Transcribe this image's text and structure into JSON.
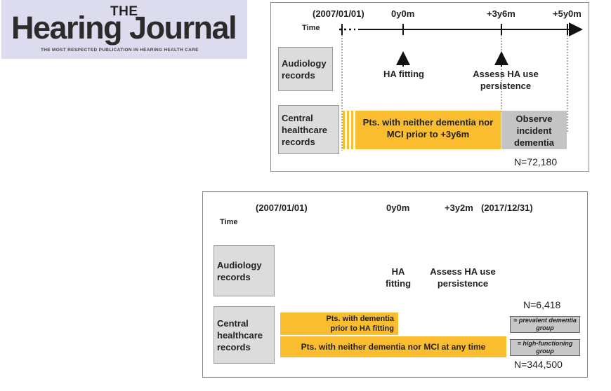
{
  "logo": {
    "the": "THE",
    "title": "Hearing Journal",
    "tagline": "THE MOST RESPECTED PUBLICATION IN HEARING HEALTH CARE"
  },
  "diagram1": {
    "time_label": "Time",
    "marks": [
      "(2007/01/01)",
      "0y0m",
      "+3y6m",
      "+5y0m"
    ],
    "audiology_label": "Audiology records",
    "central_label": "Central healthcare records",
    "ha_fitting": "HA fitting",
    "assess": "Assess HA use persistence",
    "pts_box": "Pts. with neither dementia nor MCI prior to +3y6m",
    "observe_box": "Observe incident dementia",
    "n": "N=72,180"
  },
  "diagram2": {
    "time_label": "Time",
    "marks": [
      "(2007/01/01)",
      "0y0m",
      "+3y2m",
      "(2017/12/31)"
    ],
    "audiology_label": "Audiology records",
    "central_label": "Central healthcare records",
    "ha_fitting": "HA fitting",
    "assess": "Assess HA use persistence",
    "dementia_box": "Pts. with dementia prior to HA fitting",
    "neither_box": "Pts. with neither dementia nor MCI at any time",
    "n_prevalent": "N=6,418",
    "legend_prevalent": "= prevalent dementia group",
    "legend_high": "= high-functioning group",
    "n_high": "N=344,500"
  },
  "colors": {
    "orange": "#fbbd30",
    "grey_box": "#dcdcdc",
    "observe_grey": "#c4c4c4"
  }
}
